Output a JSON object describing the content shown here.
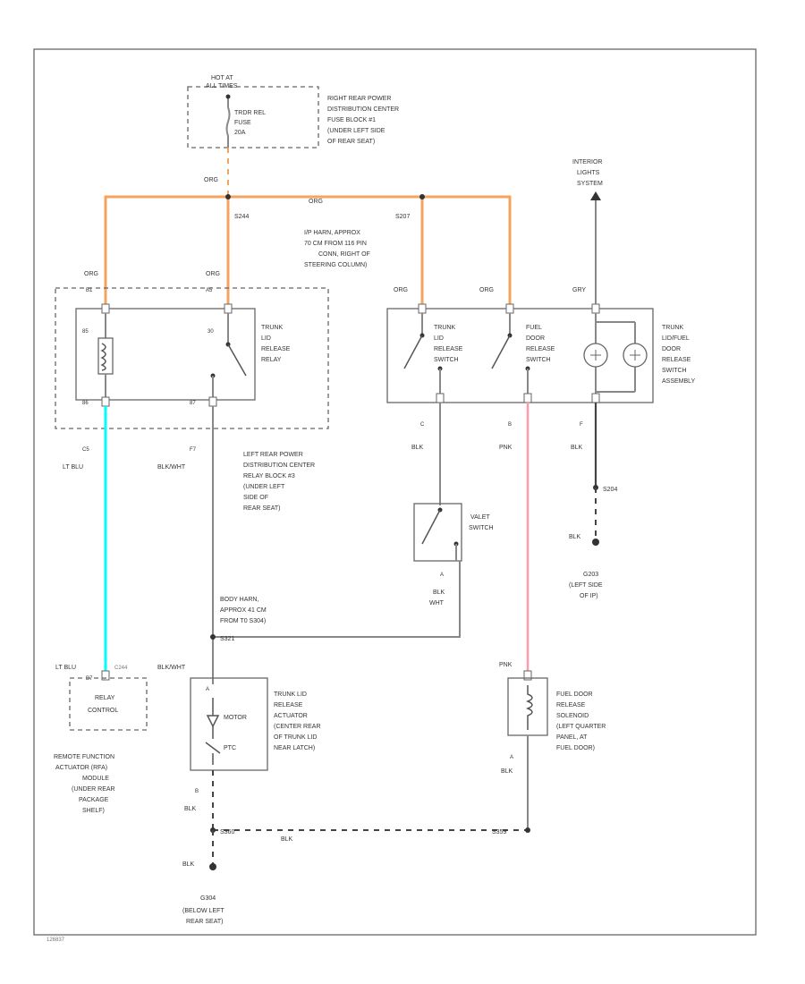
{
  "colors": {
    "orange_wire": "#f4a460",
    "light_blue_wire": "#00ffff",
    "pink_wire": "#ff9aaa",
    "black_wire": "#444444"
  },
  "top_fuse": {
    "label1": "HOT AT",
    "label2": "ALL TIMES",
    "fuse_l1": "TRDR REL",
    "fuse_l2": "FUSE",
    "fuse_l3": "20A",
    "desc": [
      "RIGHT REAR POWER",
      "DISTRIBUTION CENTER",
      "FUSE BLOCK #1",
      "(UNDER LEFT SIDE",
      "OF REAR SEAT)"
    ]
  },
  "splices": {
    "org_top": "ORG",
    "org_bus": "ORG",
    "s244": "S244",
    "s207": "S207",
    "s207_desc": [
      "I/P HARN, APPROX",
      "70 CM FROM 116 PIN",
      "CONN, RIGHT OF",
      "STEERING COLUMN)"
    ]
  },
  "relay": {
    "org_left": "ORG",
    "org_right": "ORG",
    "pin_b1": "B1",
    "pin_a5": "A5",
    "pin_85": "85",
    "pin_30": "30",
    "pin_86": "86",
    "pin_87": "87",
    "name": [
      "TRUNK",
      "LID",
      "RELEASE",
      "RELAY"
    ],
    "pin_c": "C5",
    "pin_f": "F7",
    "wire_ltblu": "LT BLU",
    "wire_blkwht": "BLK/WHT",
    "block_desc": [
      "LEFT REAR POWER",
      "DISTRIBUTION CENTER",
      "RELAY BLOCK #3",
      "(UNDER LEFT",
      "SIDE OF",
      "REAR SEAT)"
    ]
  },
  "switch_assy": {
    "org1": "ORG",
    "org2": "ORG",
    "gry": "GRY",
    "trunk_sw": [
      "TRUNK",
      "LID",
      "RELEASE",
      "SWITCH"
    ],
    "fuel_sw": [
      "FUEL",
      "DOOR",
      "RELEASE",
      "SWITCH"
    ],
    "assy": [
      "TRUNK",
      "LID/FUEL",
      "DOOR",
      "RELEASE",
      "SWITCH",
      "ASSEMBLY"
    ],
    "pin_c": "C",
    "pin_b": "B",
    "pin_f": "F",
    "wire_blk1": "BLK",
    "wire_pnk": "PNK",
    "wire_blk2": "BLK",
    "interior": [
      "INTERIOR",
      "LIGHTS",
      "SYSTEM"
    ]
  },
  "valet": {
    "name": [
      "VALET",
      "SWITCH"
    ],
    "pin_a": "A",
    "wire": "BLK",
    "wire2": "WHT"
  },
  "ground_right": {
    "s204": "S204",
    "blk": "BLK",
    "g203": "G203",
    "desc": [
      "(LEFT SIDE",
      "OF IP)"
    ]
  },
  "body_harness": {
    "desc": [
      "BODY HARN,",
      "APPROX 41 CM",
      "FROM T0 S304)"
    ],
    "splice": "S321"
  },
  "rfa": {
    "wire": "LT BLU",
    "pin": "B7",
    "code": "C244",
    "label": [
      "RELAY",
      "CONTROL"
    ],
    "desc": [
      "REMOTE FUNCTION",
      "ACTUATOR (RFA)",
      "MODULE",
      "(UNDER REAR",
      "PACKAGE",
      "SHELF)"
    ]
  },
  "actuator": {
    "wire": "BLK/WHT",
    "pin_a": "A",
    "motor": "MOTOR",
    "ptc": "PTC",
    "desc": [
      "TRUNK LID",
      "RELEASE",
      "ACTUATOR",
      "(CENTER REAR",
      "OF TRUNK LID",
      "NEAR LATCH)"
    ],
    "pin_b": "B",
    "wire_blk": "BLK"
  },
  "solenoid": {
    "wire": "PNK",
    "pin_a": "A",
    "wire_blk": "BLK",
    "desc": [
      "FUEL DOOR",
      "RELEASE",
      "SOLENOID",
      "(LEFT QUARTER",
      "PANEL, AT",
      "FUEL DOOR)"
    ]
  },
  "ground_bottom": {
    "s360": "S360",
    "blk_mid": "BLK",
    "s359": "S359",
    "blk": "BLK",
    "g304": "G304",
    "desc": [
      "(BELOW LEFT",
      "REAR SEAT)"
    ]
  },
  "footer_code": "126837"
}
